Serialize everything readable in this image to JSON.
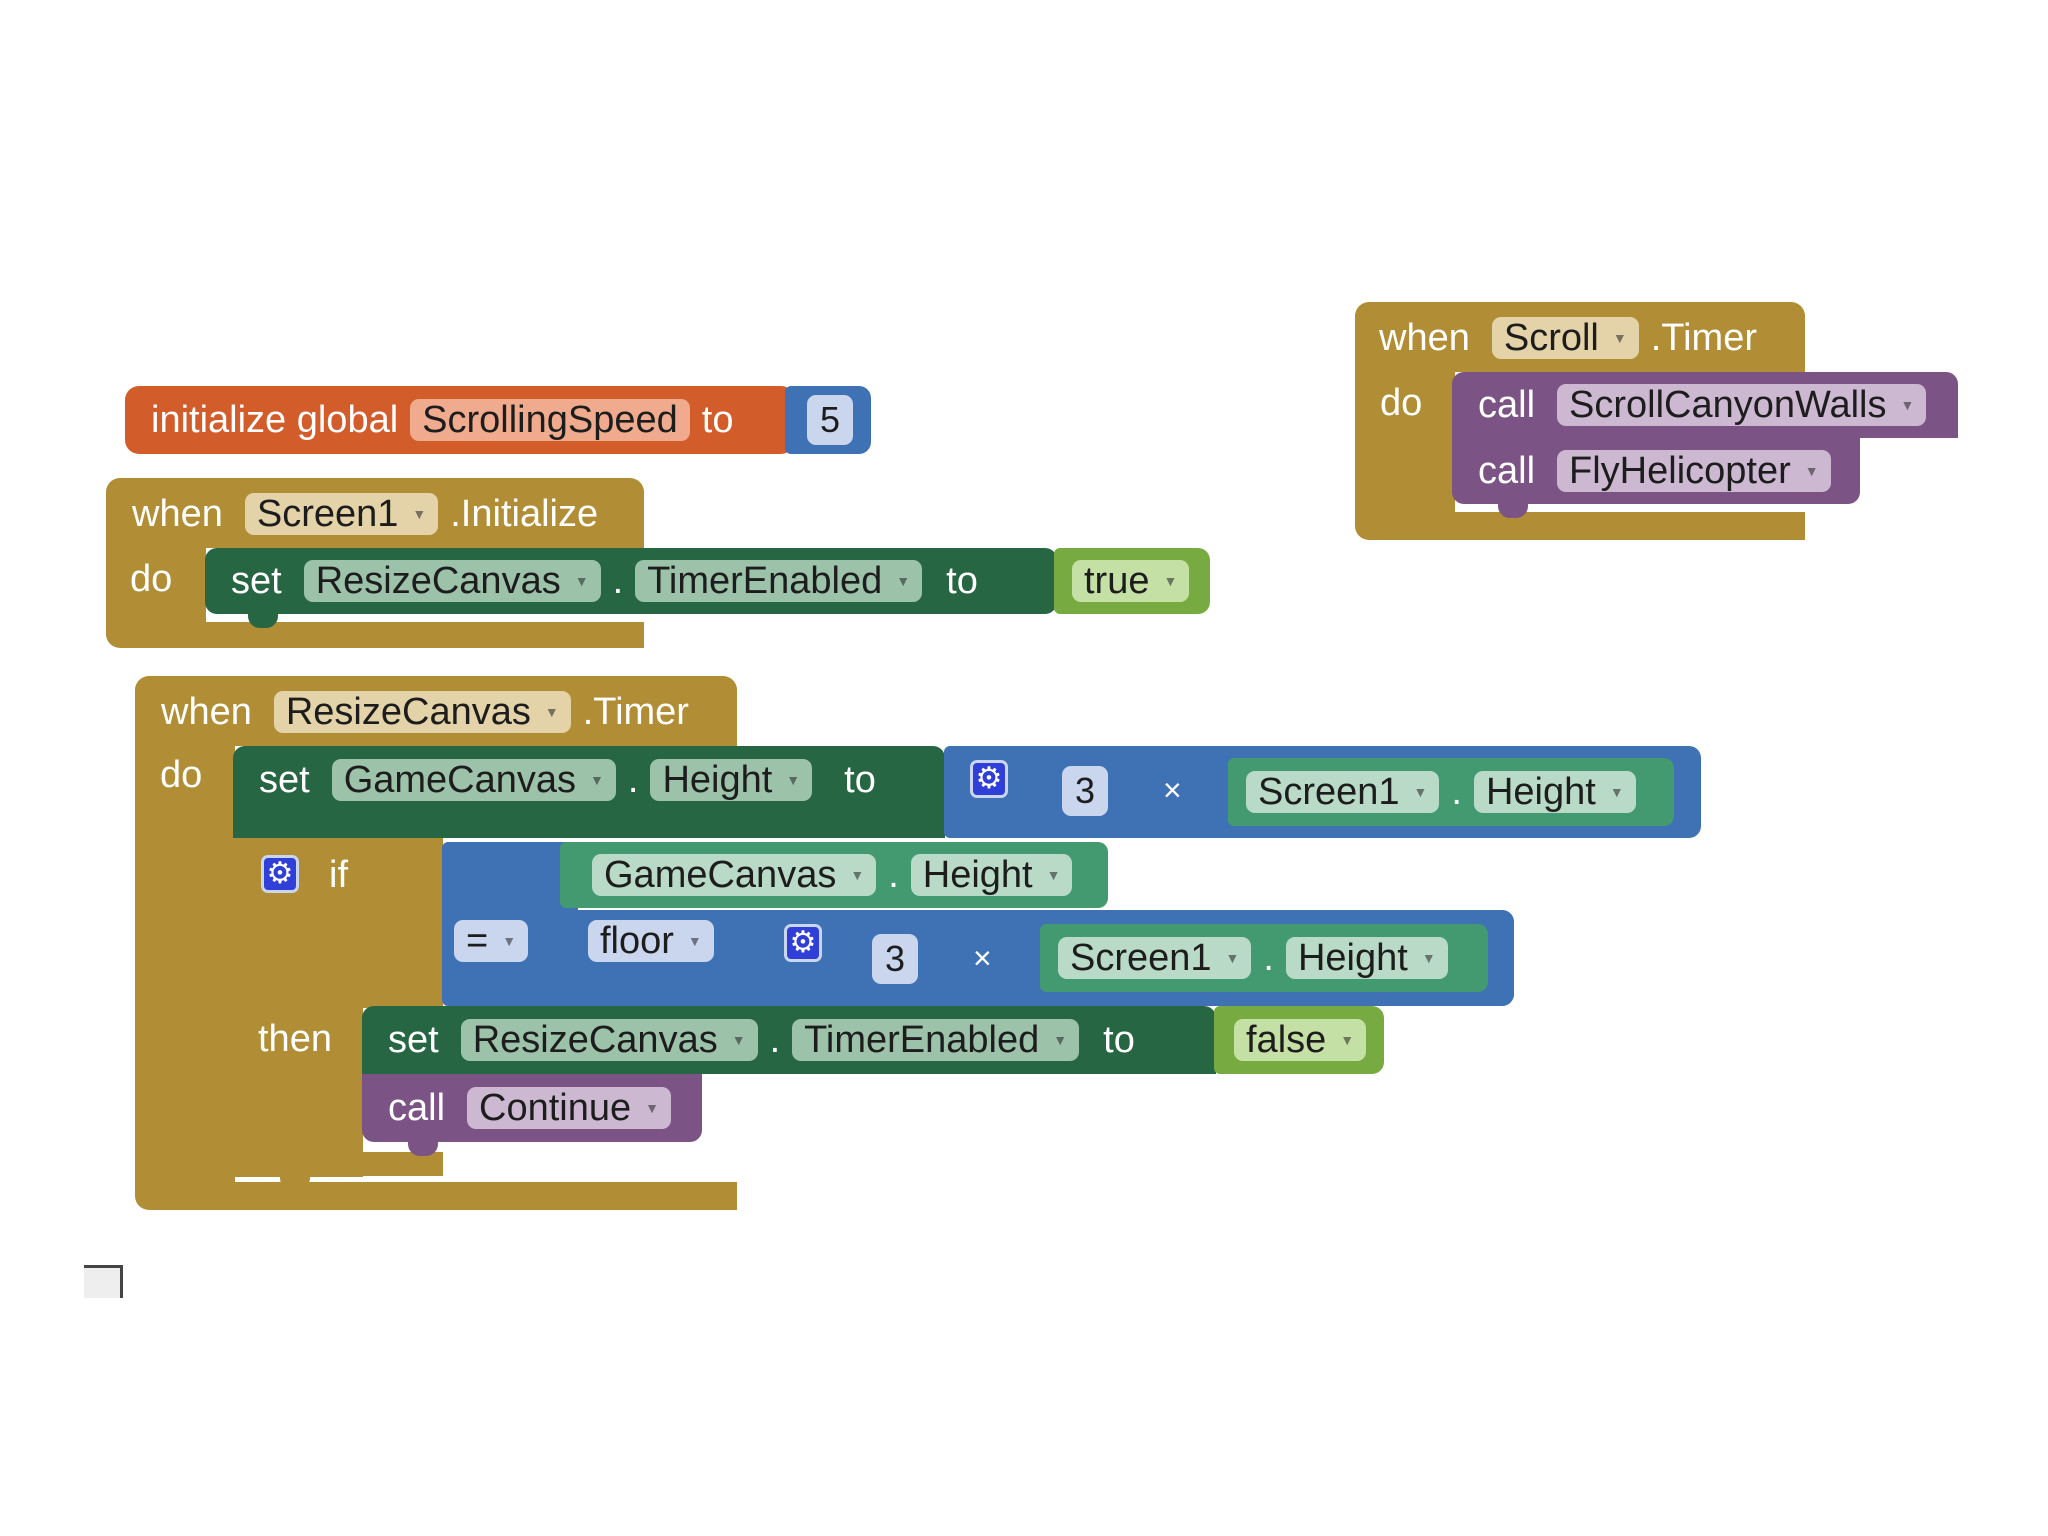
{
  "blocks": {
    "init_global": {
      "kw_init": "initialize global",
      "var_name": "ScrollingSpeed",
      "kw_to": "to",
      "value": "5"
    },
    "screen_init": {
      "kw_when": "when",
      "component": "Screen1",
      "event": ".Initialize",
      "kw_do": "do",
      "set": {
        "kw_set": "set",
        "component": "ResizeCanvas",
        "dot": ".",
        "property": "TimerEnabled",
        "kw_to": "to",
        "value": "true"
      }
    },
    "scroll_timer": {
      "kw_when": "when",
      "component": "Scroll",
      "event": ".Timer",
      "kw_do": "do",
      "calls": [
        {
          "kw_call": "call",
          "procedure": "ScrollCanyonWalls"
        },
        {
          "kw_call": "call",
          "procedure": "FlyHelicopter"
        }
      ]
    },
    "resize_timer": {
      "kw_when": "when",
      "component": "ResizeCanvas",
      "event": ".Timer",
      "kw_do": "do",
      "set_height": {
        "kw_set": "set",
        "component": "GameCanvas",
        "dot": ".",
        "property": "Height",
        "kw_to": "to",
        "mult_left": "3",
        "mult_op": "×",
        "mult_component": "Screen1",
        "mult_dot": ".",
        "mult_property": "Height"
      },
      "if_block": {
        "kw_if": "if",
        "cmp_component": "GameCanvas",
        "cmp_dot": ".",
        "cmp_property": "Height",
        "cmp_op": "=",
        "floor": "floor",
        "floor_left": "3",
        "floor_op": "×",
        "floor_component": "Screen1",
        "floor_dot": ".",
        "floor_property": "Height",
        "kw_then": "then",
        "then_set": {
          "kw_set": "set",
          "component": "ResizeCanvas",
          "dot": ".",
          "property": "TimerEnabled",
          "kw_to": "to",
          "value": "false"
        },
        "then_call": {
          "kw_call": "call",
          "procedure": "Continue"
        }
      }
    }
  },
  "colors": {
    "event": "#b18e35",
    "event_field": "#e4d3a8",
    "global": "#d35c2b",
    "global_field": "#f0ab8e",
    "setter": "#266643",
    "setter_field": "#9dc2aa",
    "getter": "#439970",
    "getter_field": "#b8dac6",
    "math": "#3f71b5",
    "math_field": "#c9d6ee",
    "logic": "#77ab41",
    "logic_field": "#c5e0a5",
    "procedure": "#7c5385",
    "procedure_field": "#cdb8d2",
    "control": "#b18e35"
  }
}
